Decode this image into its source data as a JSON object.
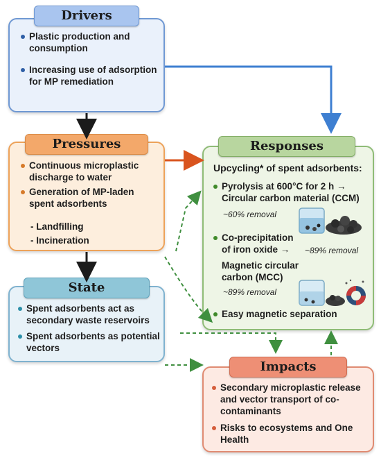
{
  "drivers": {
    "title": "Drivers",
    "items": [
      "Plastic production and consumption",
      "Increasing use of adsorption for MP remediation"
    ]
  },
  "pressures": {
    "title": "Pressures",
    "items": [
      "Continuous microplastic discharge to water",
      "Generation of MP-laden spent adsorbents"
    ],
    "subitems": [
      "- Landfilling",
      "- Incineration"
    ]
  },
  "state": {
    "title": "State",
    "items": [
      "Spent adsorbents act as secondary waste reservoirs",
      "Spent adsorbents as potential vectors"
    ]
  },
  "responses": {
    "title": "Responses",
    "intro": "Upcycling* of spent adsorbents:",
    "pyrolysis": "Pyrolysis at 600°C for 2 h → Circular carbon material (CCM)",
    "ccm_removal": "~60% removal",
    "coprecip": "Co-precipitation of iron oxide →",
    "coprecip_removal": "~89% removal",
    "mcc": "Magnetic circular carbon (MCC)",
    "mcc_removal": "~89% removal",
    "separation": "Easy magnetic separation"
  },
  "impacts": {
    "title": "Impacts",
    "items": [
      "Secondary microplastic release and vector transport of co-contaminants",
      "Risks to ecosystems and One Health"
    ]
  },
  "colors": {
    "drivers_fill": "#eaf1fb",
    "drivers_border": "#6f98d3",
    "drivers_header": "#a9c5ef",
    "drivers_dot": "#2f5fa6",
    "pressures_fill": "#fdeedd",
    "pressures_border": "#eda259",
    "pressures_header": "#f3a86a",
    "pressures_dot": "#d67a2a",
    "state_fill": "#e8f2f8",
    "state_border": "#7fb2cf",
    "state_header": "#8fc6d8",
    "state_dot": "#2c8fa8",
    "responses_fill": "#eef5e6",
    "responses_border": "#8fbc77",
    "responses_header": "#b8d69f",
    "responses_dot": "#3f8a2a",
    "impacts_fill": "#fdeae3",
    "impacts_border": "#e08b72",
    "impacts_header": "#ee8f75",
    "impacts_dot": "#d55e3c",
    "arrow_black": "#1b1b1b",
    "arrow_blue": "#3e7fd1",
    "arrow_orange": "#d9541e",
    "arrow_green": "#3f8f3f"
  }
}
